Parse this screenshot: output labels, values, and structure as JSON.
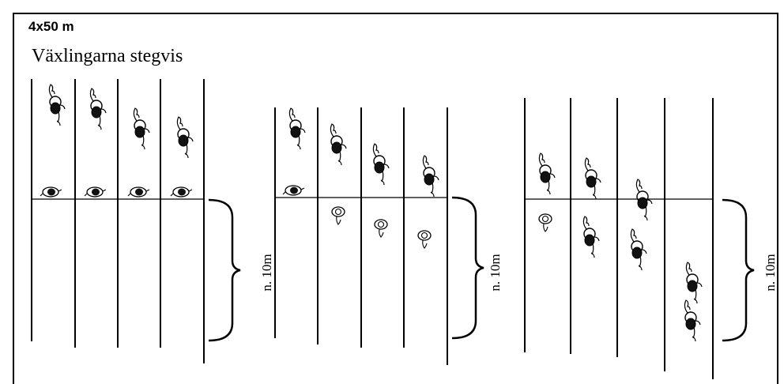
{
  "header": {
    "title": "4x50 m",
    "subtitle": "Växlingarna stegvis"
  },
  "panels": [
    {
      "distance_label": "n. 10m"
    },
    {
      "distance_label": "n. 10m"
    },
    {
      "distance_label": "n. 10m"
    }
  ]
}
